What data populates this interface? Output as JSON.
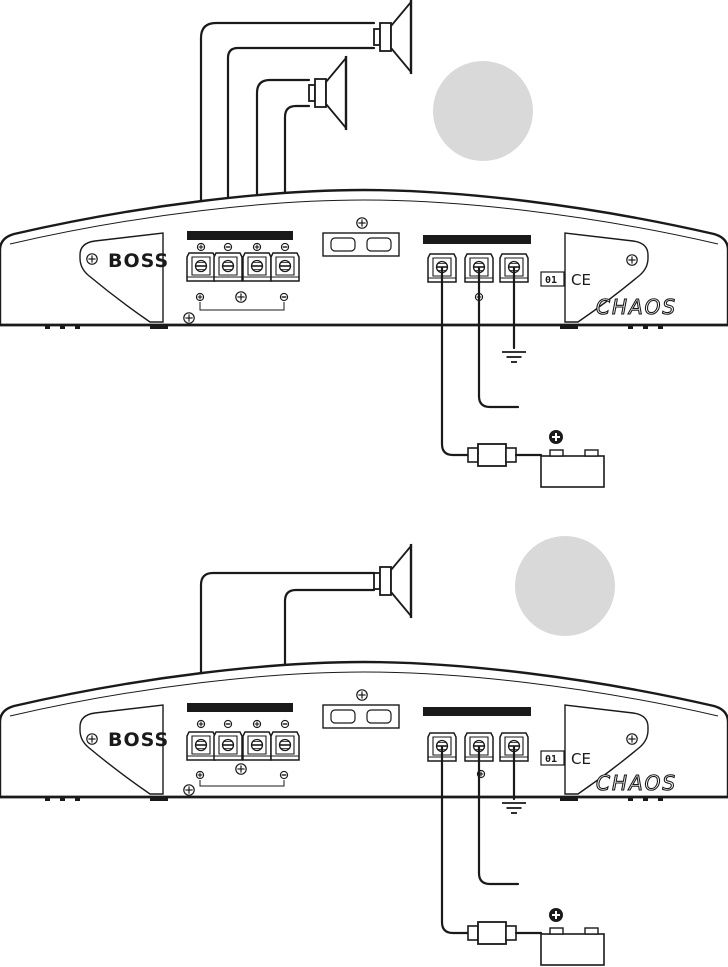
{
  "amplifier": {
    "brand": "BOSS",
    "model": "CHAOS",
    "cert_code": "01",
    "ce_mark": "CE"
  },
  "colors": {
    "ink": "#1a1a1a",
    "badge_gray": "#d9d9d9",
    "background": "#ffffff"
  },
  "icons": [
    "speaker-icon",
    "screw-icon",
    "ground-icon",
    "battery-icon",
    "fuse-icon",
    "plus-icon",
    "minus-icon"
  ],
  "diagrams": [
    {
      "id": "upper",
      "speaker_count": 2
    },
    {
      "id": "lower",
      "speaker_count": 1
    }
  ]
}
